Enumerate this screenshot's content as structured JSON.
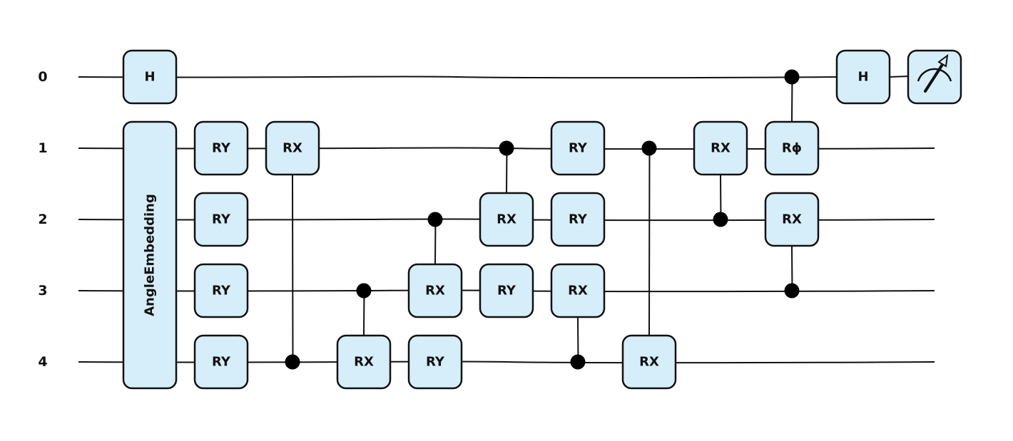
{
  "diagram": {
    "wires": [
      "0",
      "1",
      "2",
      "3",
      "4"
    ],
    "embedding": {
      "label": "AngleEmbedding",
      "wires": [
        1,
        2,
        3,
        4
      ]
    },
    "gates": [
      {
        "id": "h-start",
        "label": "H",
        "wire": 0,
        "col": 1
      },
      {
        "id": "ry-1-c2",
        "label": "RY",
        "wire": 1,
        "col": 2
      },
      {
        "id": "ry-2-c2",
        "label": "RY",
        "wire": 2,
        "col": 2
      },
      {
        "id": "ry-3-c2",
        "label": "RY",
        "wire": 3,
        "col": 2
      },
      {
        "id": "ry-4-c2",
        "label": "RY",
        "wire": 4,
        "col": 2
      },
      {
        "id": "crx-1-4",
        "label": "RX",
        "wire": 1,
        "col": 3,
        "control": 4
      },
      {
        "id": "crx-4-3",
        "label": "RX",
        "wire": 4,
        "col": 4,
        "control": 3
      },
      {
        "id": "crx-3-2",
        "label": "RX",
        "wire": 3,
        "col": 5,
        "control": 2
      },
      {
        "id": "ry-4-c5",
        "label": "RY",
        "wire": 4,
        "col": 5
      },
      {
        "id": "crx-2-1",
        "label": "RX",
        "wire": 2,
        "col": 6,
        "control": 1
      },
      {
        "id": "ry-3-c6",
        "label": "RY",
        "wire": 3,
        "col": 6
      },
      {
        "id": "ry-1-c7",
        "label": "RY",
        "wire": 1,
        "col": 7
      },
      {
        "id": "ry-2-c7",
        "label": "RY",
        "wire": 2,
        "col": 7
      },
      {
        "id": "crx-3-4",
        "label": "RX",
        "wire": 3,
        "col": 7,
        "control": 4
      },
      {
        "id": "crx-4-1",
        "label": "RX",
        "wire": 4,
        "col": 8,
        "control": 1
      },
      {
        "id": "crx-1-2",
        "label": "RX",
        "wire": 1,
        "col": 9,
        "control": 2
      },
      {
        "id": "crphi-1-0",
        "label": "Rϕ",
        "wire": 1,
        "col": 10,
        "control": 0
      },
      {
        "id": "crx-2-3",
        "label": "RX",
        "wire": 2,
        "col": 10,
        "control": 3
      },
      {
        "id": "h-end",
        "label": "H",
        "wire": 0,
        "col": 11
      }
    ],
    "measurement": {
      "wire": 0,
      "col": 12,
      "icon": "measurement-meter-icon"
    },
    "colors": {
      "gate_fill": "#d6eef9",
      "stroke": "#111111",
      "background": "#ffffff"
    }
  }
}
